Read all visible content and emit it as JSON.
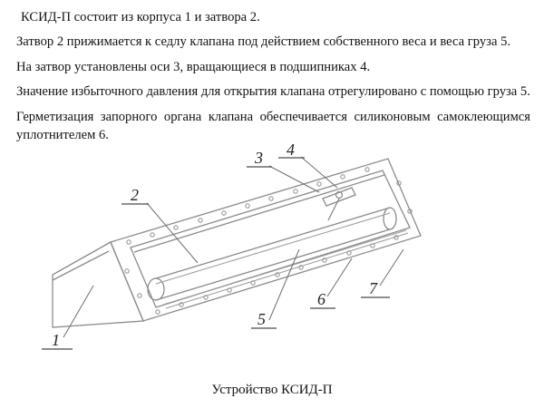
{
  "document": {
    "paragraphs": [
      "КСИД-П состоит из корпуса 1 и затвора 2.",
      "Затвор 2  прижимается к седлу клапана под действием собственного веса  и веса груза 5.",
      "На затвор установлены оси 3, вращающиеся в подшипниках 4.",
      "Значение избыточного давления для открытия клапана отрегулировано с помощью груза 5.",
      "Герметизация запорного органа клапана обеспечивается силиконовым самоклеющимся уплотнителем 6."
    ],
    "caption": "Устройство КСИД-П"
  },
  "figure": {
    "callouts": [
      "1",
      "2",
      "3",
      "4",
      "5",
      "6",
      "7"
    ]
  },
  "colors": {
    "ink": "#121212",
    "drawing_line": "#8b8b8b"
  }
}
